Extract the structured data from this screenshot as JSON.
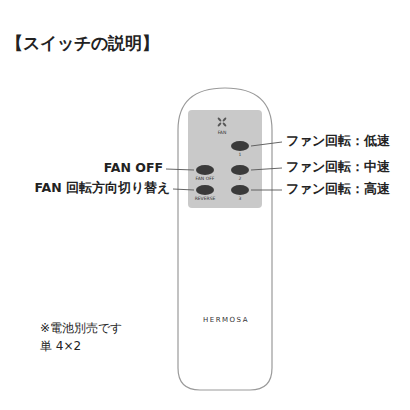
{
  "diagram": {
    "title": "【スイッチの説明】",
    "labels": [
      "FAN",
      "1",
      "FAN OFF",
      "2",
      "REVERSE",
      "3",
      "HERMOSA",
      "ファン回転：低速",
      "FAN OFF",
      "ファン回転：中速",
      "FAN 回転方向切り替え",
      "ファン回転：高速",
      "※電池別売です",
      "単 4×2"
    ]
  }
}
